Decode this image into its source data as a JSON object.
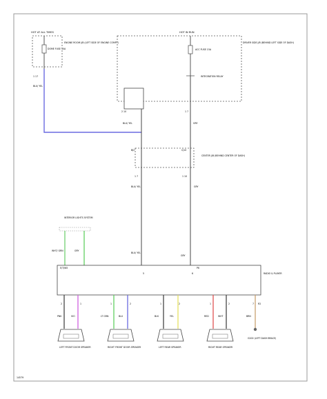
{
  "top_left": {
    "header": "HOT AT ALL TIMES",
    "fuse_label": "DOME FUSE 10A",
    "box_note": "ENGINE ROOM J/B (LEFT SIDE OF ENGINE COMPT)",
    "pin": "1 17",
    "wire": "BLU/ YEL"
  },
  "top_right": {
    "header": "HOT IN RUN",
    "fuse_label": "ACC FUSE 15A",
    "box_note": "DRIVER SIDE J/B (BEHIND LEFT SIDE OF DASH)",
    "relay": "INTEGRATION RELAY",
    "pin_left": "2 10",
    "pin_right": "1 7",
    "wire_left": "BLU/ YEL",
    "wire_right": "GRY"
  },
  "center_jb": {
    "conn_left": "BJ2",
    "conn_right": "CJ10",
    "note": "CENTER J/B (BEHIND CENTER OF DASH)",
    "pin_left": "1 7",
    "pin_right": "1 10",
    "wire_left": "BLU/ YEL",
    "wire_right": "GRY"
  },
  "lights_label": "INTERIOR LIGHTS SYSTEM",
  "lights_wires": [
    "WHT/ GRN",
    "GRY"
  ],
  "player": {
    "label": "RADIO & PLAYER",
    "conn_left": "E/T/W5",
    "conn_right": "P6",
    "wire_bottom_left": "BLU/ YEL",
    "wire_bottom_right": "GRY",
    "pin_left": "5",
    "pin_right": "6"
  },
  "speakers": [
    {
      "pins": [
        "2",
        "1"
      ],
      "wires": [
        "PNK",
        "VIO"
      ],
      "label": "LEFT FRONT DOOR SPEAKER"
    },
    {
      "pins": [
        "1",
        "2"
      ],
      "wires": [
        "LT GRN",
        "BLU"
      ],
      "label": "RIGHT FRONT DOOR SPEAKER"
    },
    {
      "pins": [
        "1",
        "2"
      ],
      "wires": [
        "BLK",
        "YEL"
      ],
      "label": "LEFT REAR SPEAKER"
    },
    {
      "pins": [
        "1",
        "2"
      ],
      "wires": [
        "RED",
        "WHT"
      ],
      "label": "RIGHT REAR SPEAKER"
    }
  ],
  "ground": {
    "pin": "7",
    "conn": "R2",
    "wire": "BRN",
    "label": "G200 (LEFT DASH BRACE)"
  },
  "footer": "14579",
  "colors": {
    "blu_yel": "#6a6ae0",
    "pnk": "#e04a6a",
    "vio": "#d060e0",
    "lt_grn": "#60d060",
    "blu": "#6a6ae0",
    "yel": "#e6e060",
    "red": "#e05050",
    "brn": "#c8a070",
    "wht_grn": "#70d070",
    "grn": "#60d060",
    "wire": "#444444"
  }
}
